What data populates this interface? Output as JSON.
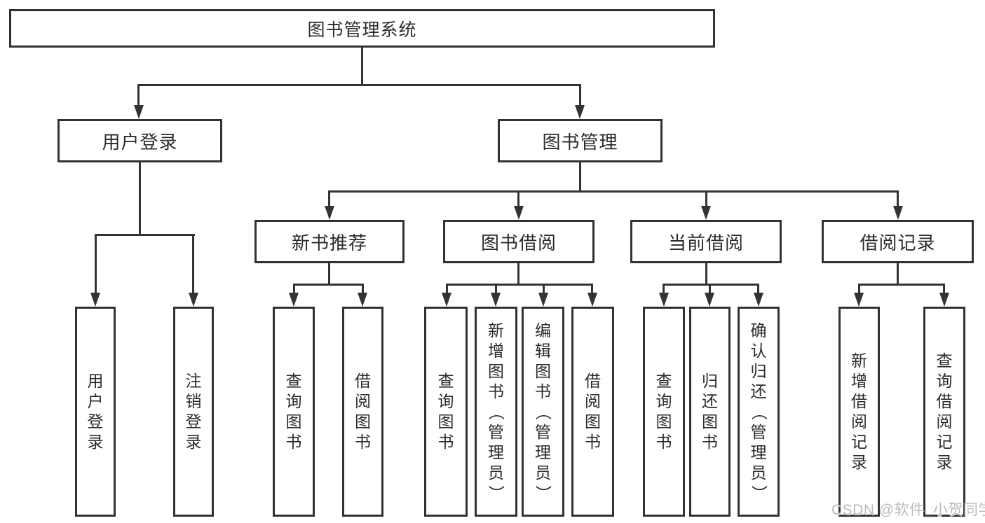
{
  "tree": {
    "root": {
      "label": "图书管理系统"
    },
    "branches": [
      {
        "label": "用户登录",
        "leaves": [
          "用户登录",
          "注销登录"
        ]
      },
      {
        "label": "图书管理",
        "groups": [
          {
            "label": "新书推荐",
            "leaves": [
              "查询图书",
              "借阅图书"
            ]
          },
          {
            "label": "图书借阅",
            "leaves": [
              "查询图书",
              "新增图书（管理员）",
              "编辑图书（管理员）",
              "借阅图书"
            ]
          },
          {
            "label": "当前借阅",
            "leaves": [
              "查询图书",
              "归还图书",
              "确认归还（管理员）"
            ]
          },
          {
            "label": "借阅记录",
            "leaves": [
              "新增借阅记录",
              "查询借阅记录"
            ]
          }
        ]
      }
    ]
  },
  "watermark": "CSDN @软件_小贺同学",
  "colors": {
    "line": "#333333",
    "box_border": "#323232",
    "text": "#2b2b2b",
    "background": "#ffffff",
    "watermark": "#bcbcbc"
  }
}
